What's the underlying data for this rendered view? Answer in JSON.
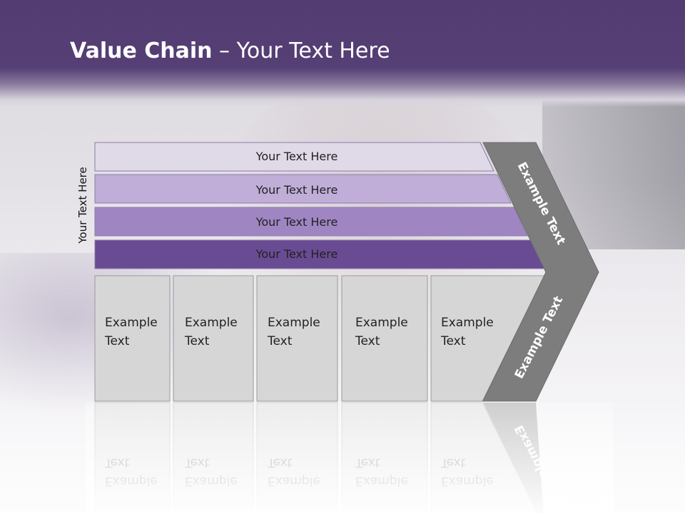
{
  "header": {
    "title_bold": "Value Chain",
    "title_rest": " – Your Text Here"
  },
  "side_label": "Your Text Here",
  "bars": [
    {
      "label": "Your Text Here",
      "color": "#e0dae8"
    },
    {
      "label": "Your Text Here",
      "color": "#c0aed8"
    },
    {
      "label": "Your Text Here",
      "color": "#9f86c3"
    },
    {
      "label": "Your Text Here",
      "color": "#694b93"
    }
  ],
  "boxes": [
    {
      "line1": "Example",
      "line2": "Text"
    },
    {
      "line1": "Example",
      "line2": "Text"
    },
    {
      "line1": "Example",
      "line2": "Text"
    },
    {
      "line1": "Example",
      "line2": "Text"
    },
    {
      "line1": "Example",
      "line2": "Text"
    }
  ],
  "chevron": {
    "top_text": "Example Text",
    "bottom_text": "Example Text",
    "color": "#7d7d7d"
  },
  "colors": {
    "header": "#543e74",
    "box_fill": "#d6d6d6",
    "box_border": "#9a9a9a"
  }
}
